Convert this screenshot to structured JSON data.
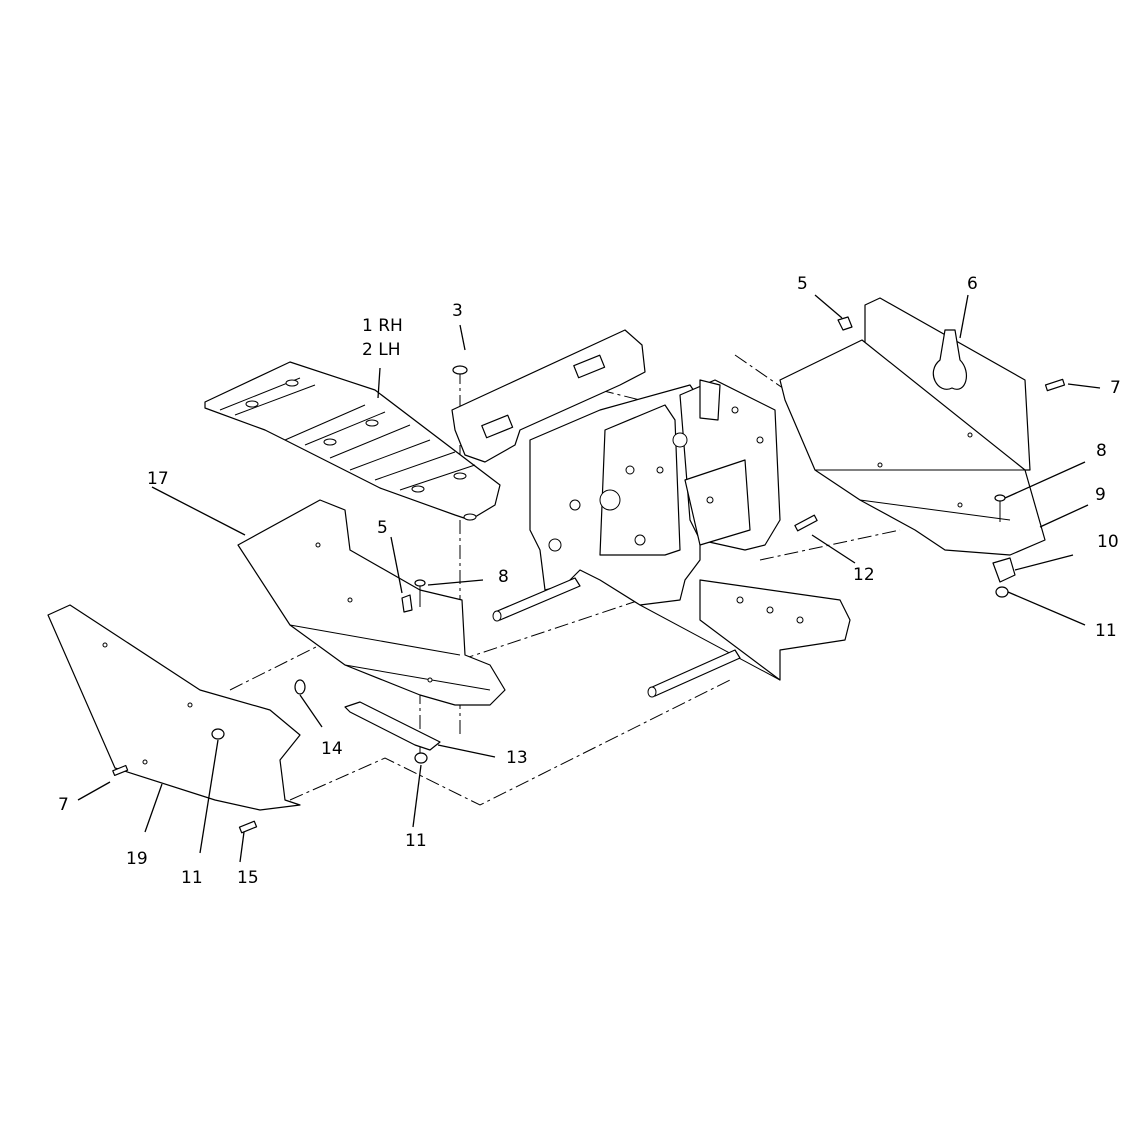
{
  "callouts": {
    "c1": "1 RH",
    "c2": "2 LH",
    "c3": "3",
    "c5a": "5",
    "c5b": "5",
    "c6": "6",
    "c7a": "7",
    "c7b": "7",
    "c8a": "8",
    "c8b": "8",
    "c9": "9",
    "c10": "10",
    "c11a": "11",
    "c11b": "11",
    "c11c": "11",
    "c12": "12",
    "c13": "13",
    "c14": "14",
    "c15": "15",
    "c17": "17",
    "c19": "19"
  }
}
